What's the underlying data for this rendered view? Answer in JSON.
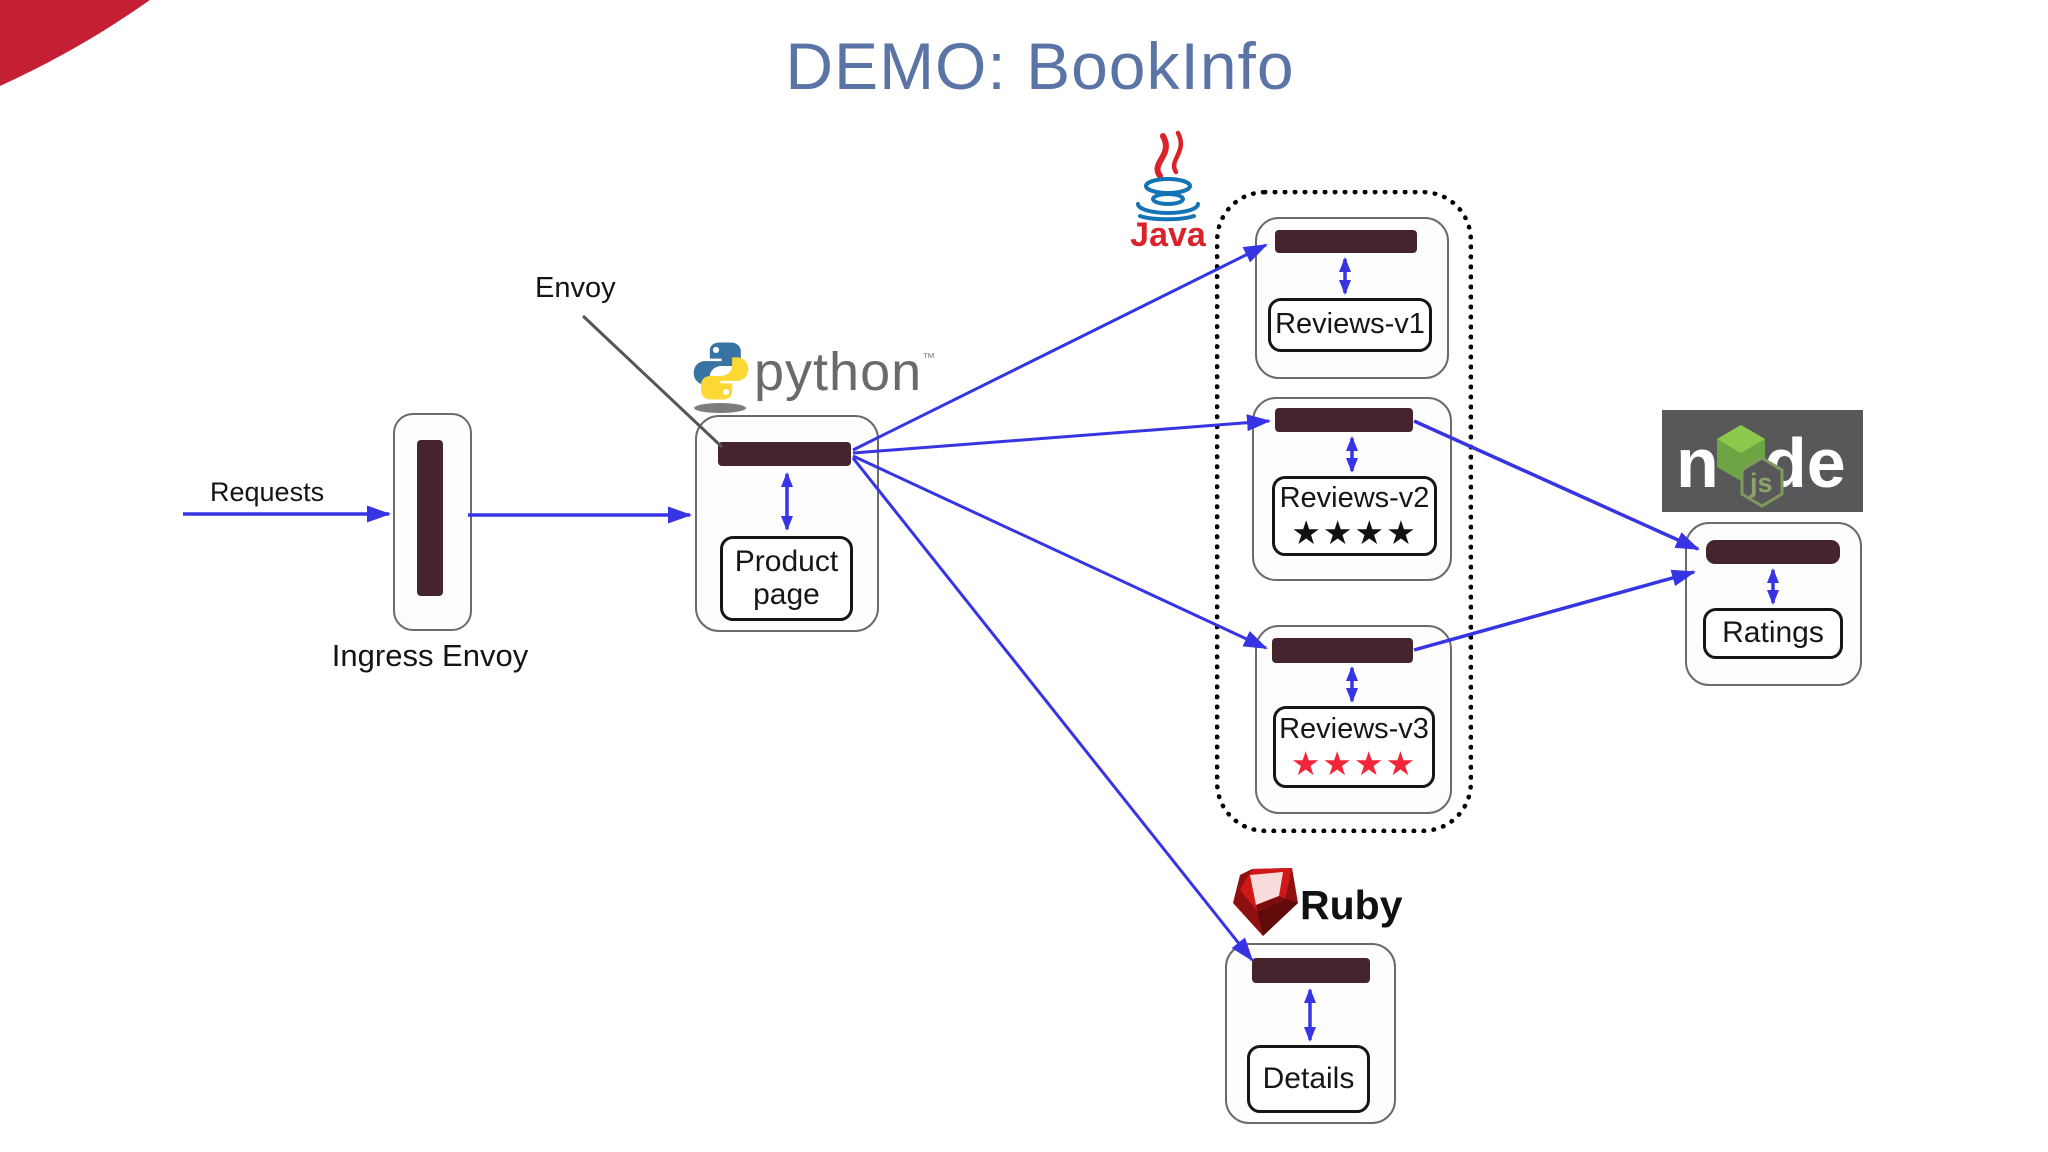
{
  "title": "DEMO: BookInfo",
  "colors": {
    "accent_arrow": "#3634e3",
    "sidecar_bar": "#45242e",
    "title_text": "#5b74a6",
    "brand_red": "#c51f35",
    "star_black": "#111111",
    "star_red": "#f3253a"
  },
  "flow": {
    "requests_label": "Requests",
    "ingress_label": "Ingress Envoy",
    "envoy_label": "Envoy"
  },
  "logos": {
    "python": {
      "wordmark": "python",
      "tm": "™"
    },
    "java": {
      "label": "Java"
    },
    "node": {
      "left": "n",
      "right": "de",
      "badge": "js"
    },
    "ruby": {
      "label": "Ruby"
    }
  },
  "services": {
    "product": {
      "label": "Product page"
    },
    "reviews_v1": {
      "label": "Reviews-v1"
    },
    "reviews_v2": {
      "label": "Reviews-v2",
      "stars": "★★★★"
    },
    "reviews_v3": {
      "label": "Reviews-v3",
      "stars": "★★★★"
    },
    "ratings": {
      "label": "Ratings"
    },
    "details": {
      "label": "Details"
    }
  }
}
